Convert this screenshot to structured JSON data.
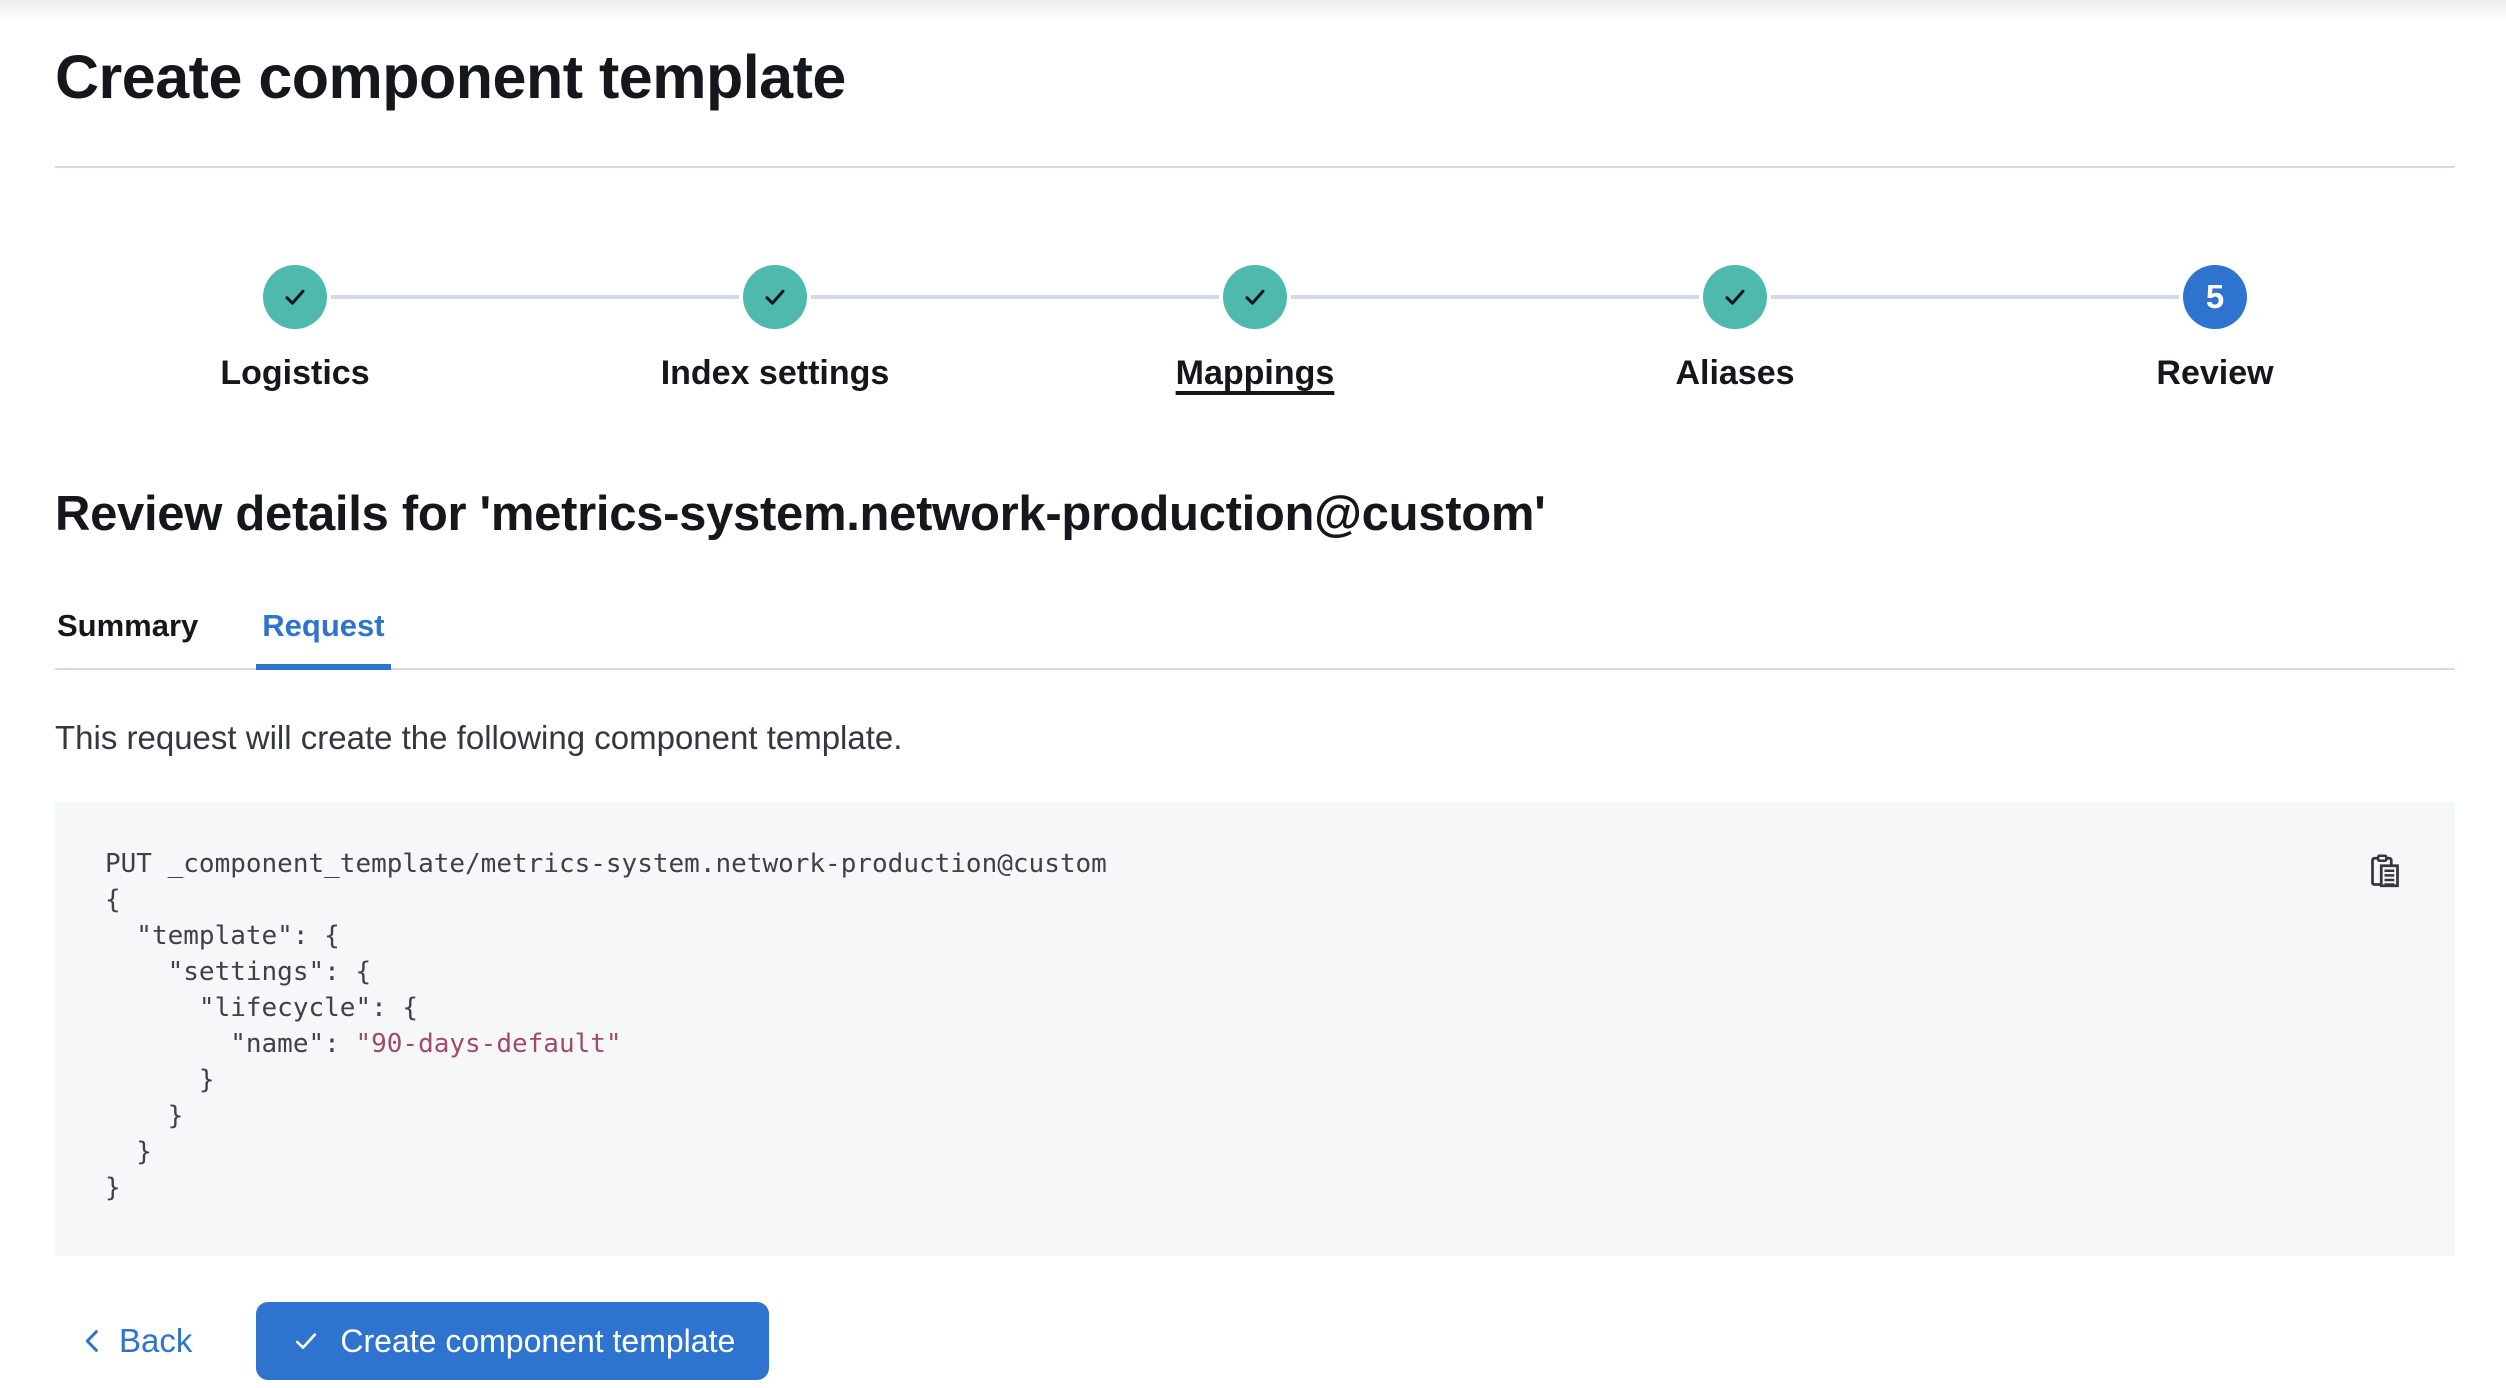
{
  "page": {
    "title": "Create component template"
  },
  "stepper": {
    "steps": [
      {
        "label": "Logistics",
        "status": "complete"
      },
      {
        "label": "Index settings",
        "status": "complete"
      },
      {
        "label": "Mappings",
        "status": "complete",
        "underlined": true
      },
      {
        "label": "Aliases",
        "status": "complete"
      },
      {
        "label": "Review",
        "status": "current",
        "number": "5"
      }
    ]
  },
  "review": {
    "heading": "Review details for 'metrics-system.network-production@custom'",
    "tabs": [
      {
        "label": "Summary",
        "selected": false
      },
      {
        "label": "Request",
        "selected": true
      }
    ],
    "description": "This request will create the following component template."
  },
  "code": {
    "lines": [
      {
        "text": "PUT _component_template/metrics-system.network-production@custom"
      },
      {
        "text": "{"
      },
      {
        "text": "  \"template\": {"
      },
      {
        "text": "    \"settings\": {"
      },
      {
        "text": "      \"lifecycle\": {"
      },
      {
        "prefix": "        \"name\": ",
        "string": "\"90-days-default\""
      },
      {
        "text": "      }"
      },
      {
        "text": "    }"
      },
      {
        "text": "  }"
      },
      {
        "text": "}"
      }
    ],
    "copy_icon": "copy-clipboard-icon"
  },
  "footer": {
    "back_label": "Back",
    "create_label": "Create component template"
  },
  "colors": {
    "primary": "#2E74CE",
    "success_step": "#4EB9AC",
    "code_string": "#A34A68",
    "divider": "#D3DAE6",
    "code_bg": "#F6F7F9"
  }
}
